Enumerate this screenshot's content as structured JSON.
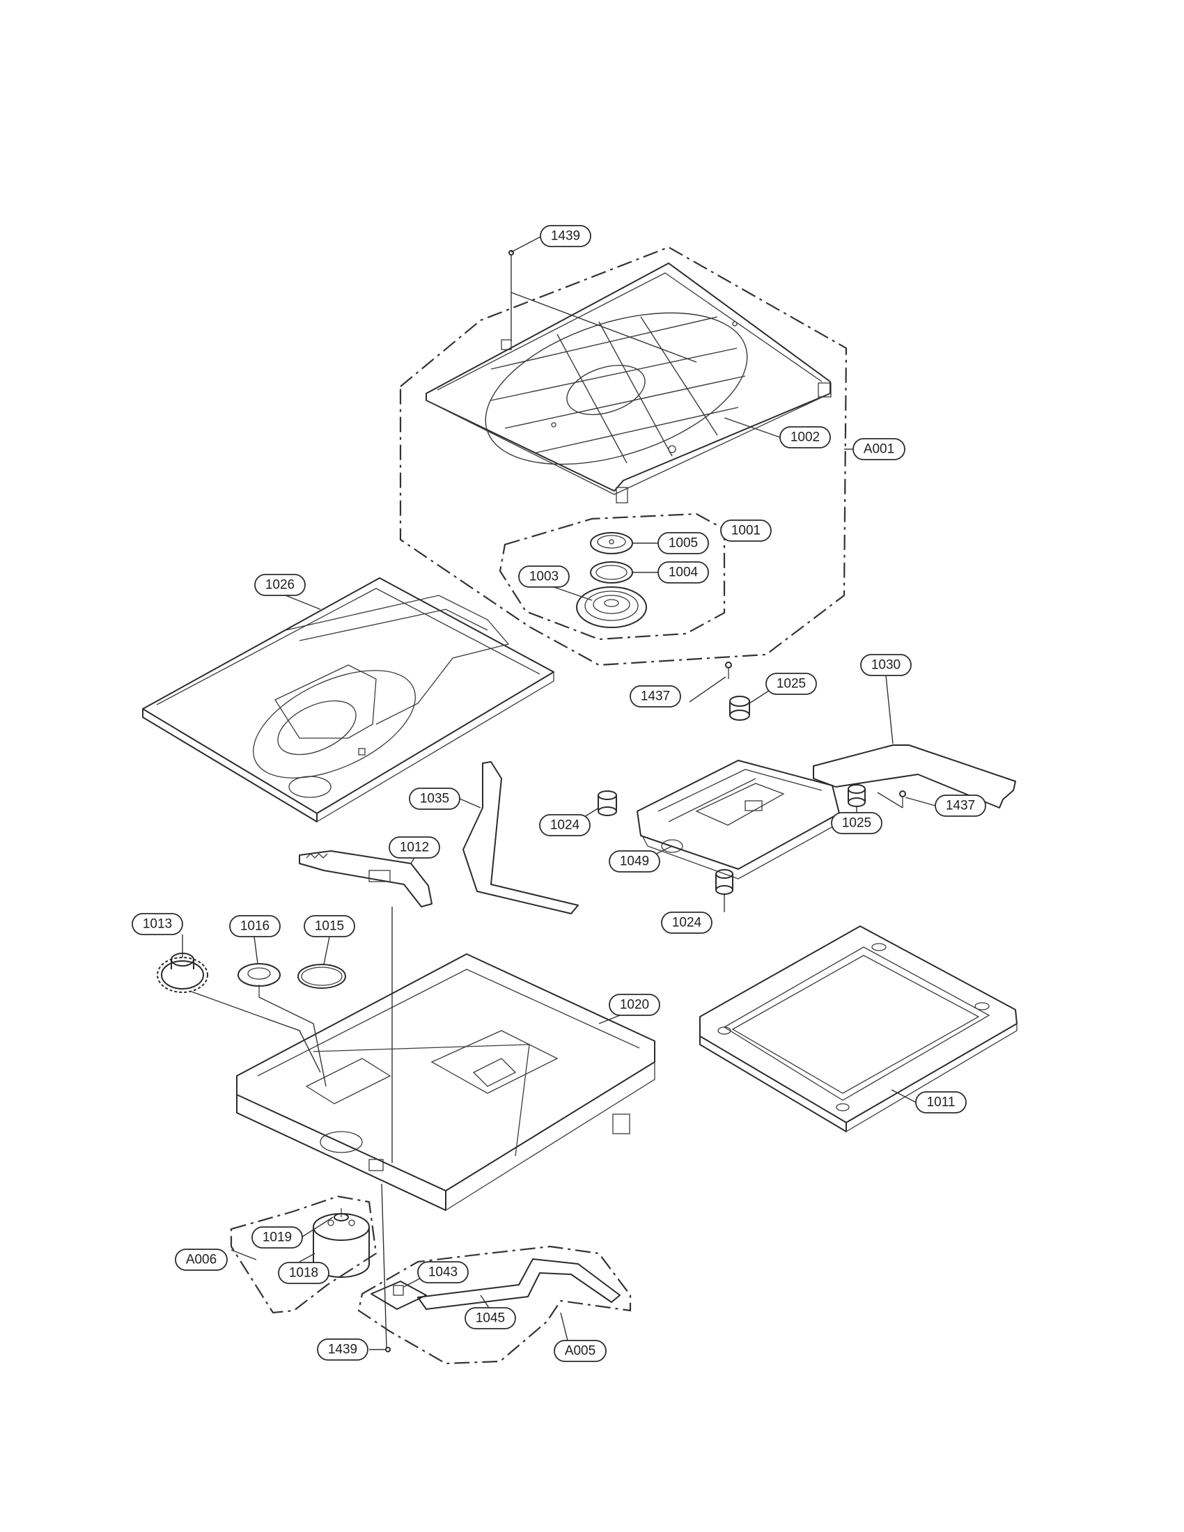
{
  "diagram": {
    "labels": {
      "p1439a": "1439",
      "p1002": "1002",
      "pA001": "A001",
      "p1001": "1001",
      "p1005": "1005",
      "p1004": "1004",
      "p1003": "1003",
      "p1026": "1026",
      "p1030": "1030",
      "p1437a": "1437",
      "p1025a": "1025",
      "p1035": "1035",
      "p1437b": "1437",
      "p1024a": "1024",
      "p1025b": "1025",
      "p1049": "1049",
      "p1012": "1012",
      "p1013": "1013",
      "p1016": "1016",
      "p1015": "1015",
      "p1024b": "1024",
      "p1020": "1020",
      "p1011": "1011",
      "p1019": "1019",
      "pA006": "A006",
      "p1018": "1018",
      "p1043": "1043",
      "p1045": "1045",
      "pA005": "A005",
      "p1439b": "1439"
    }
  }
}
